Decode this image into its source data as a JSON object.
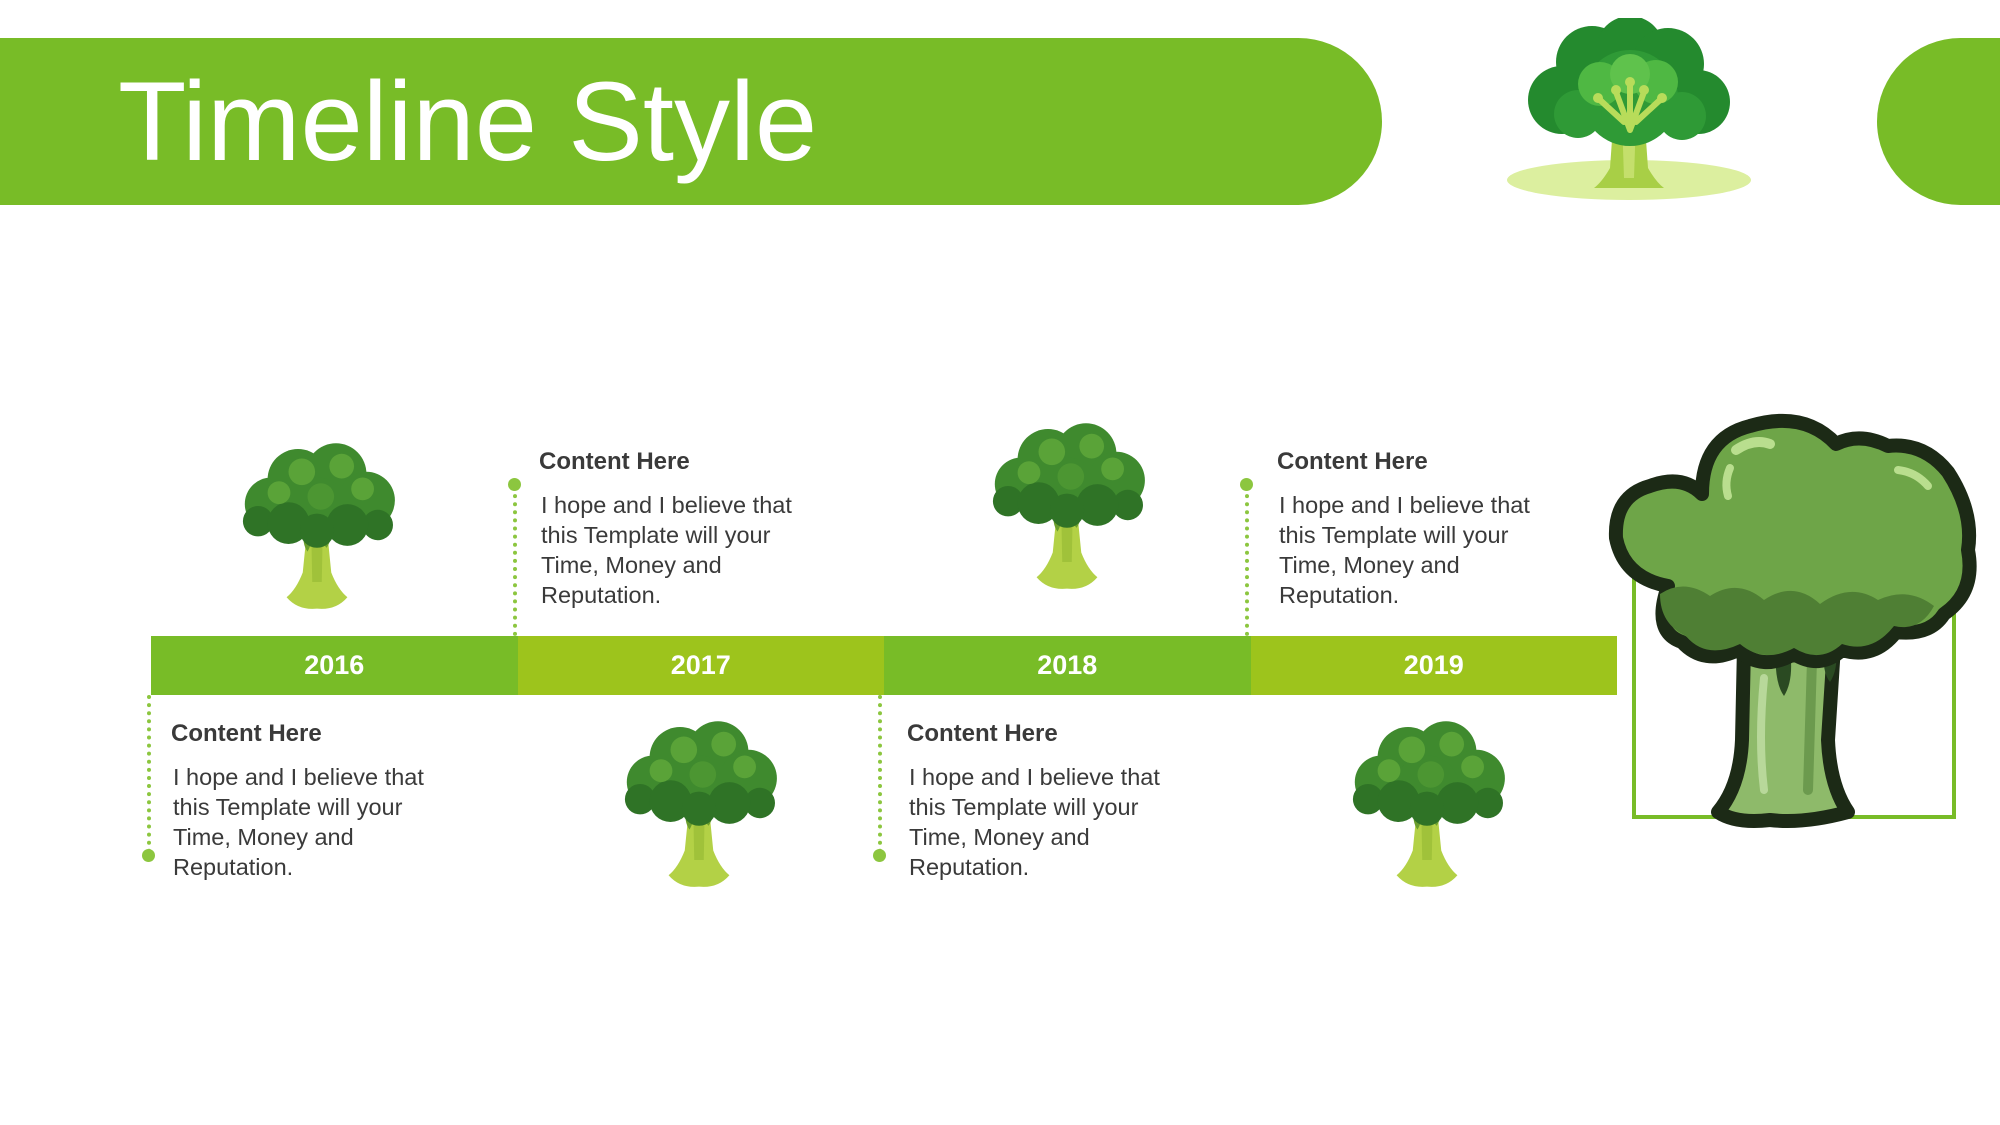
{
  "slide": {
    "title": "Timeline Style"
  },
  "timeline": {
    "years": [
      "2016",
      "2017",
      "2018",
      "2019"
    ],
    "events": [
      {
        "year": "2016",
        "title": "Content  Here",
        "body": "I hope and I believe that this Template will your Time, Money and Reputation."
      },
      {
        "year": "2017",
        "title": "Content  Here",
        "body": "I hope and I believe that this Template will your Time, Money and Reputation."
      },
      {
        "year": "2018",
        "title": "Content  Here",
        "body": "I hope and I believe that this Template will your Time, Money and Reputation."
      },
      {
        "year": "2019",
        "title": "Content  Here",
        "body": "I hope and I believe that this Template will your Time, Money and Reputation."
      }
    ]
  },
  "icons": [
    "broccoli-icon"
  ],
  "colors": {
    "primary_green": "#78bc27",
    "secondary_green": "#9dc41c",
    "dot_green": "#8cc63f",
    "text": "#3a3a3a",
    "background": "#ffffff"
  }
}
